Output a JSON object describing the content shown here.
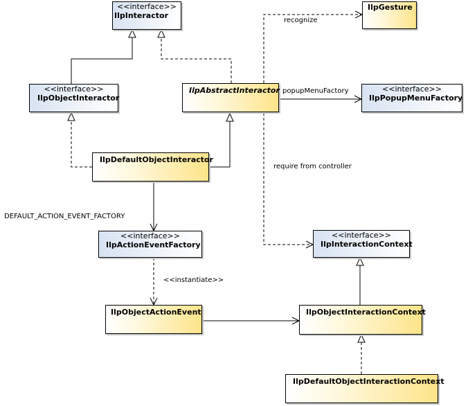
{
  "stereotypes": {
    "interface": "<<interface>>"
  },
  "classes": {
    "IIpInteractor": "IlpInteractor",
    "IIpGesture": "IlpGesture",
    "IIpObjectInteractor": "IlpObjectInteractor",
    "IIpAbstractInteractor": "IlpAbstractInteractor",
    "IIpPopupMenuFactory": "IlpPopupMenuFactory",
    "IIpDefaultObjectInteractor": "IlpDefaultObjectInteractor",
    "IIpActionEventFactory": "IlpActionEventFactory",
    "IIpInteractionContext": "IlpInteractionContext",
    "IIpObjectActionEvent": "IlpObjectActionEvent",
    "IIpObjectInteractionContext": "IlpObjectInteractionContext",
    "IIpDefaultObjectInteractionContext": "IlpDefaultObjectInteractionContext"
  },
  "labels": {
    "recognize": "recognize",
    "popupMenuFactory": "popupMenuFactory",
    "requireFromController": "require from controller",
    "defaultActionEventFactory": "DEFAULT_ACTION_EVENT_FACTORY",
    "instantiate": "<<instantiate>>"
  }
}
